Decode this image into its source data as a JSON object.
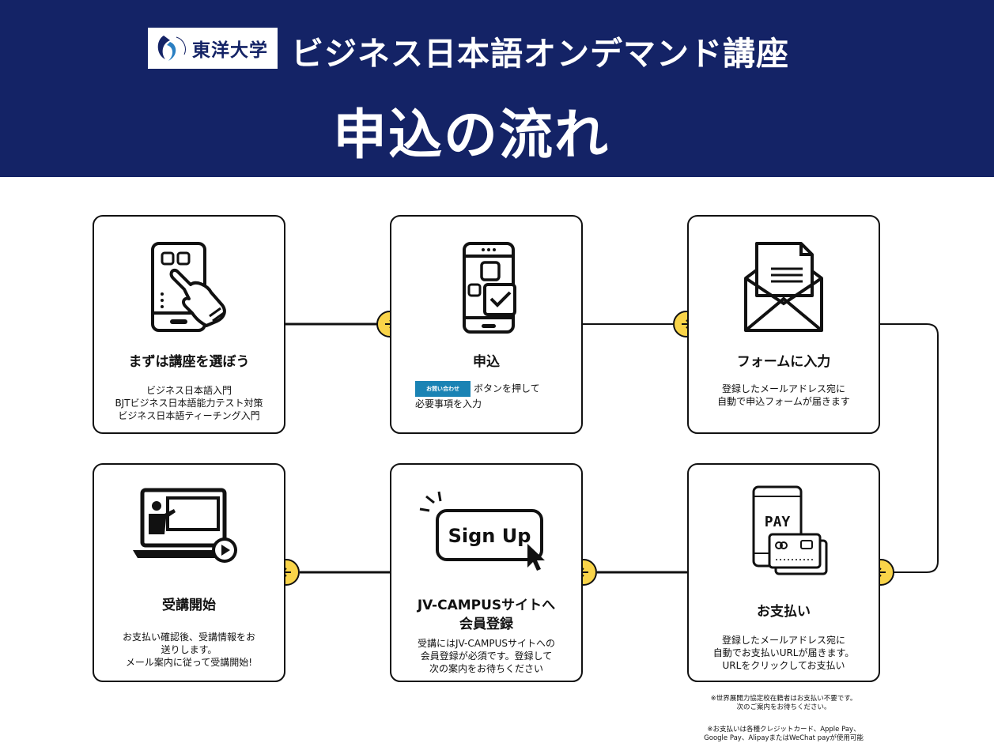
{
  "header": {
    "logo_text": "東洋大学",
    "course_title": "ビジネス日本語オンデマンド講座",
    "flow_title": "申込の流れ"
  },
  "steps": [
    {
      "title": "まずは講座を選ぼう",
      "desc": "ビジネス日本語入門\nBJTビジネス日本語能力テスト対策\nビジネス日本語ティーチング入門"
    },
    {
      "title": "申込",
      "button_label": "お問い合わせ",
      "desc_line1": "ボタンを押して",
      "desc_line2": "必要事項を入力"
    },
    {
      "title": "フォームに入力",
      "desc": "登録したメールアドレス宛に\n自動で申込フォームが届きます"
    },
    {
      "title": "お支払い",
      "desc": "登録したメールアドレス宛に\n自動でお支払いURLが届きます。\nURLをクリックしてお支払い",
      "pay_label": "PAY"
    },
    {
      "title": "JV-CAMPUSサイトへ\n会員登録",
      "desc": "受講にはJV-CAMPUSサイトへの\n会員登録が必須です。登録して\n次の案内をお待ちください",
      "signup_label": "Sign Up"
    },
    {
      "title": "受講開始",
      "desc": "お支払い確認後、受講情報をお\n送りします。\nメール案内に従って受講開始!"
    }
  ],
  "notes": {
    "note1": "※世界展開力協定校在籍者はお支払い不要です。\n次のご案内をお待ちください。",
    "note2": "※お支払いは各種クレジットカード、Apple Pay、\nGoogle Pay、AlipayまたはWeChat payが使用可能\nです。"
  },
  "colors": {
    "header_bg": "#142366",
    "accent_dot": "#f9d449",
    "button_blue": "#1a83b4"
  },
  "icons": [
    "tablet-tap-icon",
    "phone-checkbox-icon",
    "envelope-letter-icon",
    "phone-pay-card-icon",
    "sign-up-cursor-icon",
    "laptop-lecture-play-icon"
  ]
}
